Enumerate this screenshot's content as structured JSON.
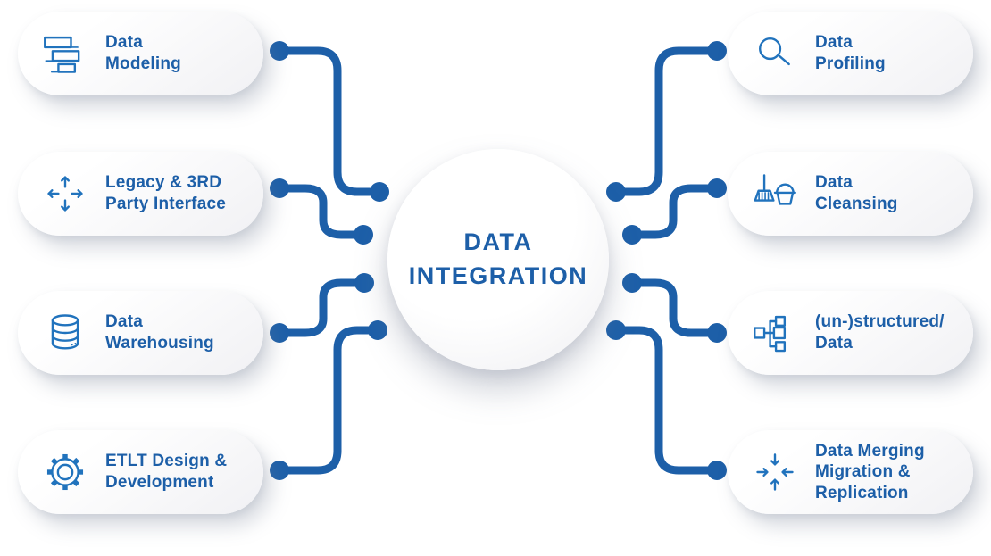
{
  "diagram_title": "Data Integration",
  "colors": {
    "accent_blue": "#1d5fa8",
    "icon_stroke_blue": "#2173bd",
    "pill_background": "#f6f6f8",
    "page_background": "#ffffff"
  },
  "center": {
    "label": "DATA\nINTEGRATION"
  },
  "left_items": [
    {
      "label": "Data\nModeling",
      "icon": "data-modeling-icon"
    },
    {
      "label": "Legacy & 3RD\nParty Interface",
      "icon": "expand-arrows-icon"
    },
    {
      "label": "Data\nWarehousing",
      "icon": "database-icon"
    },
    {
      "label": "ETLT Design &\nDevelopment",
      "icon": "gear-icon"
    }
  ],
  "right_items": [
    {
      "label": "Data\nProfiling",
      "icon": "magnifier-icon"
    },
    {
      "label": "Data\nCleansing",
      "icon": "broom-bucket-icon"
    },
    {
      "label": "(un-)structured/\nData",
      "icon": "hierarchy-icon"
    },
    {
      "label": "Data Merging\nMigration &\nReplication",
      "icon": "converge-arrows-icon"
    }
  ]
}
